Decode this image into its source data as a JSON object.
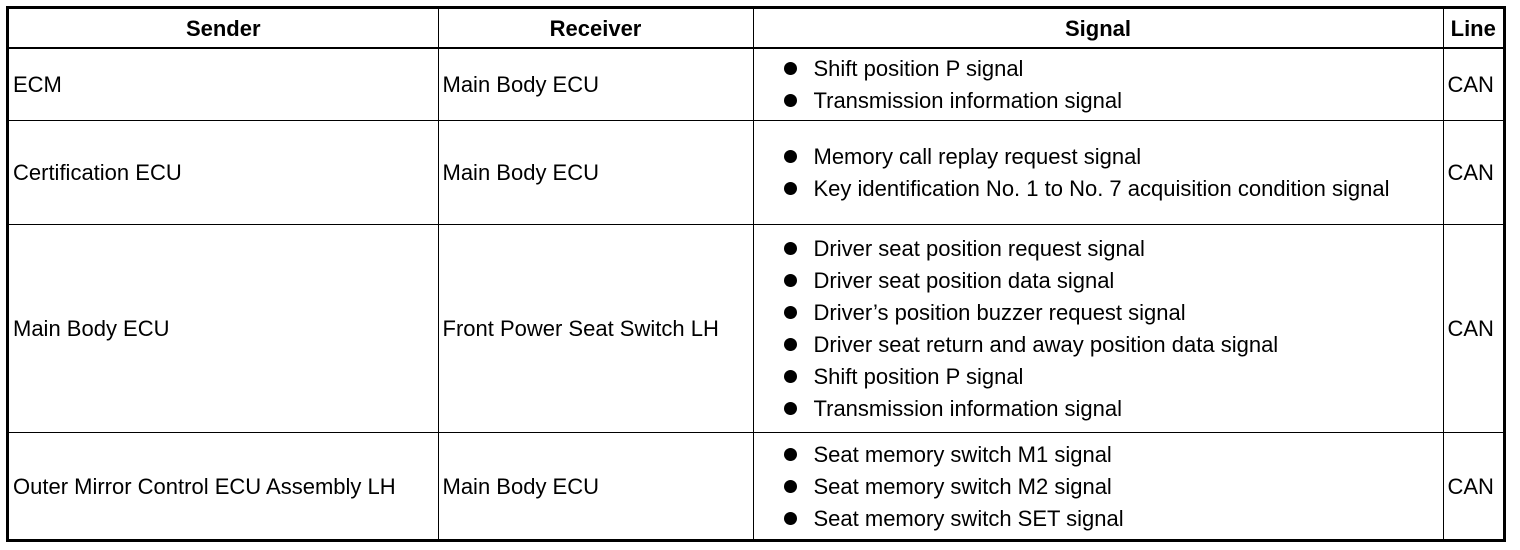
{
  "header": {
    "sender": "Sender",
    "receiver": "Receiver",
    "signal": "Signal",
    "line": "Line"
  },
  "rows": [
    {
      "sender": "ECM",
      "receiver": "Main Body ECU",
      "signals": [
        "Shift position P signal",
        "Transmission information signal"
      ],
      "line": "CAN"
    },
    {
      "sender": "Certification ECU",
      "receiver": "Main Body ECU",
      "signals": [
        "Memory call replay request signal",
        "Key identification No. 1 to No. 7 acquisition condition signal"
      ],
      "line": "CAN"
    },
    {
      "sender": "Main Body ECU",
      "receiver": "Front Power Seat Switch LH",
      "signals": [
        "Driver seat position request signal",
        "Driver seat position data signal",
        "Driver’s position buzzer request signal",
        "Driver seat return and away position data signal",
        "Shift position P signal",
        "Transmission information signal"
      ],
      "line": "CAN"
    },
    {
      "sender": "Outer Mirror Control ECU Assembly LH",
      "receiver": "Main Body ECU",
      "signals": [
        "Seat memory switch M1 signal",
        "Seat memory switch M2 signal",
        "Seat memory switch SET signal"
      ],
      "line": "CAN"
    }
  ]
}
